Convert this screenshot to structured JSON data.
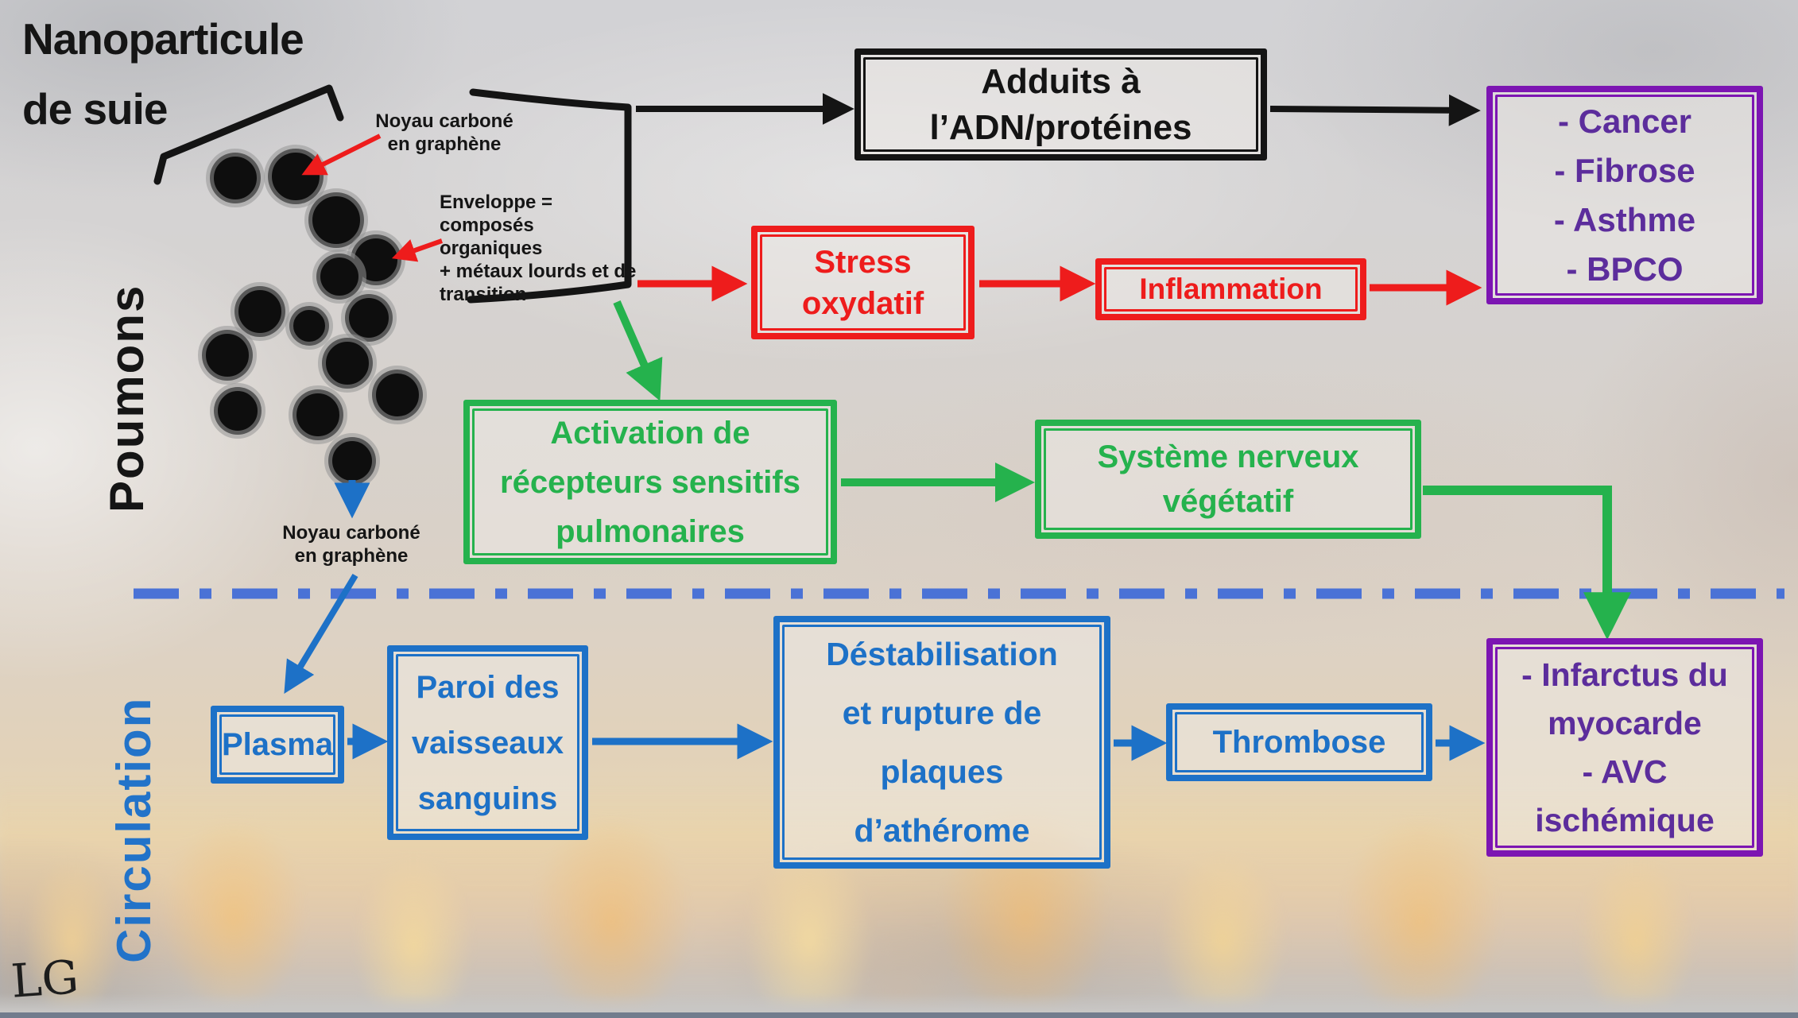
{
  "title": {
    "line1": "Nanoparticule",
    "line2": "de suie"
  },
  "sections": {
    "lungs": "Poumons",
    "circulation": "Circulation"
  },
  "particle": {
    "core_label_top": {
      "line1": "Noyau carboné",
      "line2": "en graphène"
    },
    "shell_label": {
      "lines": [
        "Enveloppe =",
        "composés organiques",
        "+ métaux lourds et de",
        "transition"
      ]
    },
    "core_label_bottom": {
      "line1": "Noyau carboné",
      "line2": "en graphène"
    }
  },
  "boxes": {
    "adducts": {
      "lines": [
        "Adduits à",
        "l’ADN/protéines"
      ]
    },
    "lung_outcomes": {
      "lines": [
        "- Cancer",
        "- Fibrose",
        "- Asthme",
        "- BPCO"
      ]
    },
    "oxidative_stress": {
      "lines": [
        "Stress",
        "oxydatif"
      ]
    },
    "inflammation": {
      "lines": [
        "Inflammation"
      ]
    },
    "receptor_activation": {
      "lines": [
        "Activation de",
        "récepteurs sensitifs",
        "pulmonaires"
      ]
    },
    "autonomic_nervous_system": {
      "lines": [
        "Système nerveux",
        "végétatif"
      ]
    },
    "plasma": {
      "lines": [
        "Plasma"
      ]
    },
    "vessel_wall": {
      "lines": [
        "Paroi des",
        "vaisseaux",
        "sanguins"
      ]
    },
    "plaque_rupture": {
      "lines": [
        "Déstabilisation",
        "et rupture de",
        "plaques",
        "d’athérome"
      ]
    },
    "thrombosis": {
      "lines": [
        "Thrombose"
      ]
    },
    "circulatory_outcomes": {
      "lines": [
        "- Infarctus du",
        "myocarde",
        "- AVC",
        "ischémique"
      ]
    }
  },
  "signature": "LG",
  "colors": {
    "black": "#141414",
    "red": "#ee1c1c",
    "green": "#25b24d",
    "blue": "#1d71c7",
    "divider_blue": "#4a72d6",
    "purple_border": "#7c15b2",
    "purple_text": "#5c2d9c"
  }
}
